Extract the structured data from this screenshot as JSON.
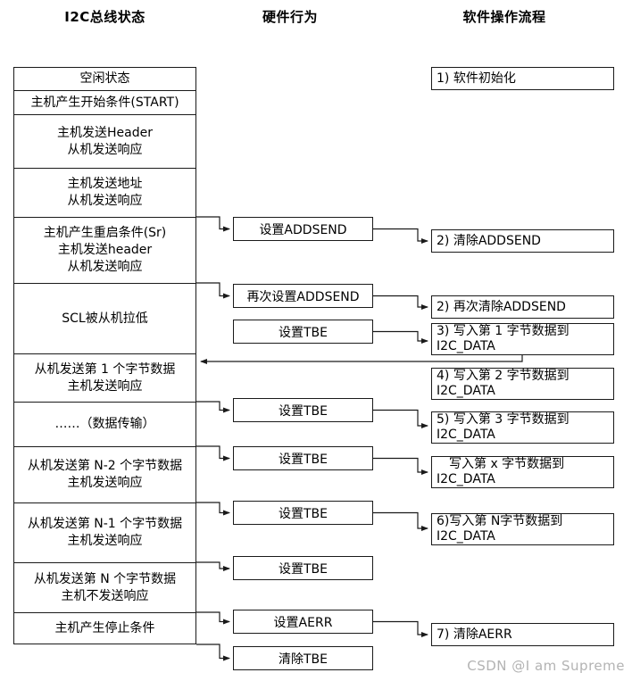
{
  "headers": {
    "bus_state": "I2C总线状态",
    "hardware": "硬件行为",
    "software": "软件操作流程"
  },
  "bus_states": [
    {
      "label": "空闲状态"
    },
    {
      "label": "主机产生开始条件(START)"
    },
    {
      "label": "主机发送Header\n从机发送响应"
    },
    {
      "label": "主机发送地址\n从机发送响应"
    },
    {
      "label": "主机产生重启条件(Sr)\n主机发送header\n从机发送响应"
    },
    {
      "label": "SCL被从机拉低"
    },
    {
      "label": "从机发送第 1 个字节数据\n主机发送响应"
    },
    {
      "label": "……（数据传输）"
    },
    {
      "label": "从机发送第 N-2 个字节数据\n主机发送响应"
    },
    {
      "label": "从机发送第 N-1 个字节数据\n主机发送响应"
    },
    {
      "label": "从机发送第 N 个字节数据\n主机不发送响应"
    },
    {
      "label": "主机产生停止条件"
    }
  ],
  "hardware_actions": [
    {
      "label": "设置ADDSEND"
    },
    {
      "label": "再次设置ADDSEND"
    },
    {
      "label": "设置TBE"
    },
    {
      "label": "设置TBE"
    },
    {
      "label": "设置TBE"
    },
    {
      "label": "设置TBE"
    },
    {
      "label": "设置TBE"
    },
    {
      "label": "设置AERR"
    },
    {
      "label": "清除TBE"
    }
  ],
  "software_steps": [
    {
      "label": "1) 软件初始化"
    },
    {
      "label": "2) 清除ADDSEND"
    },
    {
      "label": "2) 再次清除ADDSEND"
    },
    {
      "label": "3) 写入第 1 字节数据到\nI2C_DATA"
    },
    {
      "label": "4) 写入第 2 字节数据到\nI2C_DATA"
    },
    {
      "label": "5) 写入第 3 字节数据到\nI2C_DATA"
    },
    {
      "label": "　写入第 x 字节数据到\nI2C_DATA"
    },
    {
      "label": "6)写入第 N字节数据到\nI2C_DATA"
    },
    {
      "label": "7) 清除AERR"
    }
  ],
  "watermark": "CSDN @I am Supreme",
  "colors": {
    "line": "#1a1a1a",
    "watermark": "#b3b3b3",
    "background": "#ffffff"
  }
}
